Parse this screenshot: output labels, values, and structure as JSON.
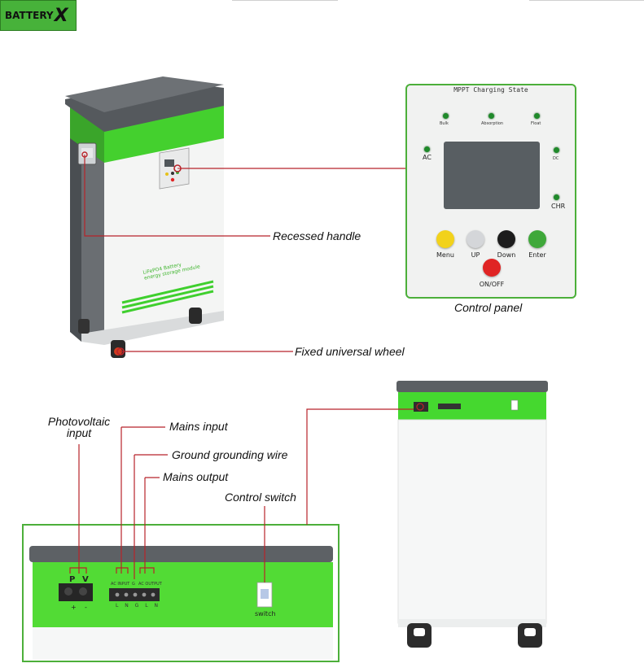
{
  "brand": {
    "logo_text": "BATTERY",
    "logo_mark": "X"
  },
  "unit_label": {
    "line1": "LiFePO4 Battery",
    "line2": "energy storage module"
  },
  "callouts": {
    "recessed_handle": "Recessed handle",
    "fixed_wheel": "Fixed universal wheel",
    "control_panel": "Control panel",
    "pv_input_line1": "Photovoltaic",
    "pv_input_line2": "input",
    "mains_input": "Mains input",
    "ground_wire": "Ground grounding wire",
    "mains_output": "Mains output",
    "control_switch": "Control switch"
  },
  "control_panel": {
    "title": "MPPT Charging State",
    "indicators": {
      "bulk": "Bulk",
      "absorption": "Absorption",
      "float": "Float",
      "ac": "AC",
      "dc": "DC",
      "chr": "CHR"
    },
    "buttons": {
      "menu": "Menu",
      "up": "UP",
      "down": "Down",
      "enter": "Enter",
      "onoff": "ON/OFF"
    },
    "colors": {
      "menu": "#f2d21b",
      "up": "#d4d6d9",
      "down": "#1c1c1c",
      "enter": "#3fa83a",
      "onoff": "#e02424"
    }
  },
  "terminals": {
    "pv": {
      "p": "P",
      "v": "V",
      "plus": "+",
      "minus": "-"
    },
    "ac_input": "AC INPUT",
    "g": "G",
    "ac_output": "AC OUTPUT",
    "pin_labels": "L N G L N",
    "switch_label": "switch"
  },
  "theme": {
    "accent": "#4cd43a",
    "cabinet_gray": "#5d6165",
    "line_red": "#c0282b"
  }
}
